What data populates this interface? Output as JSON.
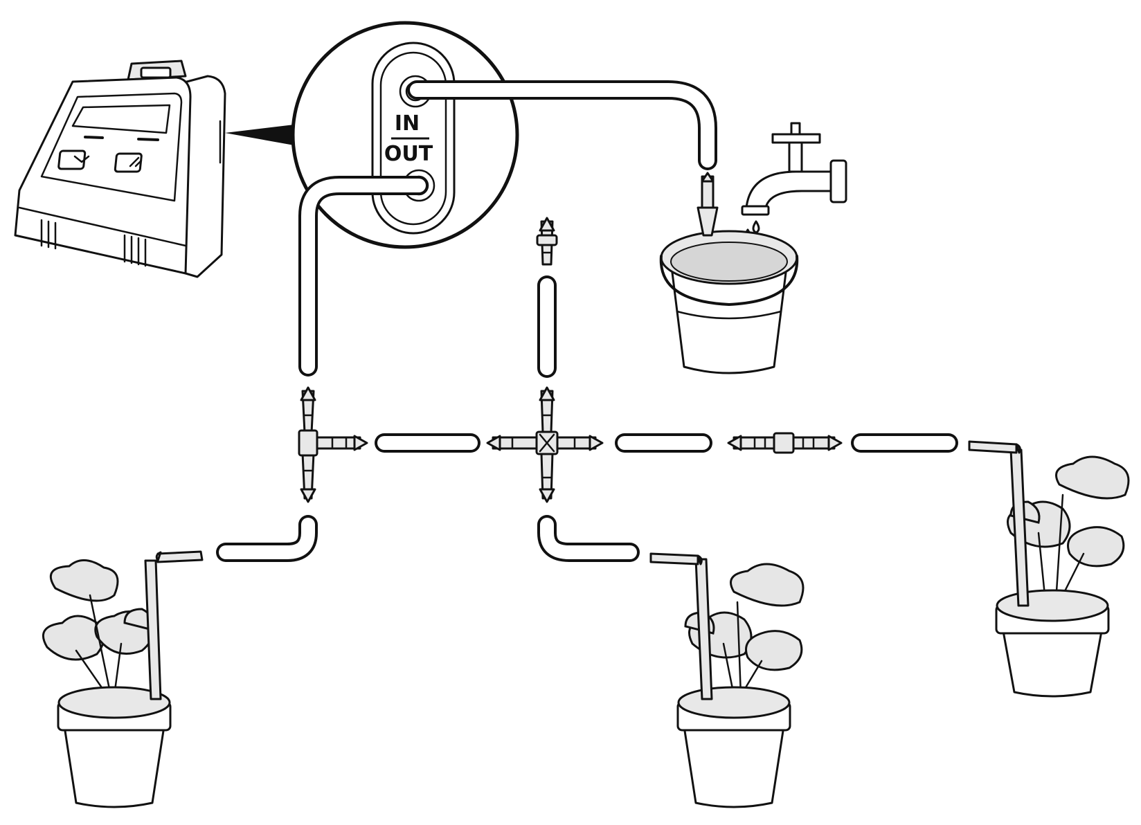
{
  "ports": {
    "in_label": "IN",
    "out_label": "OUT"
  },
  "colors": {
    "line": "#111111",
    "fill_light": "#e6e6e6",
    "background": "#ffffff"
  },
  "icons": [
    "pump-device",
    "faucet-icon",
    "bucket-icon",
    "plant-pot-icon",
    "t-connector",
    "cross-connector",
    "straight-connector",
    "drip-stake"
  ]
}
